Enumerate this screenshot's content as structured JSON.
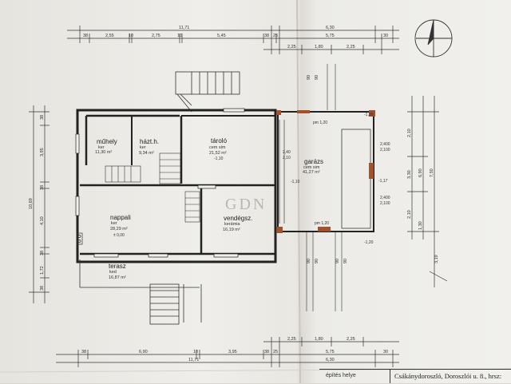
{
  "top_dims_row1": {
    "total": "11,71",
    "right": "6,30"
  },
  "top_dims_row2": [
    "38",
    "2,55",
    "10",
    "2,75",
    "10",
    "5,45",
    "38",
    "25",
    "5,75",
    "30"
  ],
  "top_dims_row3": [
    "2,25",
    "1,80",
    "2,25"
  ],
  "bottom_dims_row1": [
    "2,25",
    "1,80",
    "2,25"
  ],
  "bottom_dims_row2": [
    "38",
    "6,90",
    "10",
    "3,95",
    "38",
    "25",
    "5,75",
    "30"
  ],
  "bottom_dims_row3": {
    "total": "11,71",
    "right": "6,30"
  },
  "left_dims_outer": [
    "38",
    "3,95",
    "38",
    "4,10",
    "38",
    "1,72",
    "38"
  ],
  "left_dims_total": "10,69",
  "right_dims": [
    "2,10",
    "3,30",
    "2,10",
    "6,90",
    "7,50",
    "3,19",
    "1,30"
  ],
  "garage_dims": [
    "2,400",
    "2,100",
    "2,400",
    "2,100"
  ],
  "mid_dims": [
    "2,40",
    "2,10",
    "90",
    "90",
    "90",
    "90",
    "90",
    "90"
  ],
  "rooms": {
    "muhely": {
      "name": "műhely",
      "floor": "ker",
      "area": "11,30 m²"
    },
    "haztart": {
      "name": "házt.h.",
      "floor": "ker",
      "area": "9,34 m²"
    },
    "tarolo": {
      "name": "tároló",
      "floor": "cem sim",
      "area": "21,52 m²",
      "level": "-1,10"
    },
    "garazs": {
      "name": "garázs",
      "floor": "cem sim",
      "area": "41,27 m²",
      "level": "-1,10"
    },
    "nappali": {
      "name": "nappali",
      "floor": "ker",
      "area": "28,29 m²",
      "level": "± 0,00"
    },
    "vendeg": {
      "name": "vendégsz.",
      "floor": "kerámia",
      "area": "16,19 m²"
    },
    "terasz": {
      "name": "terasz",
      "floor": "ked",
      "area": "16,87 m²"
    }
  },
  "pm_labels": [
    "pm 1,20",
    "pm 1,20"
  ],
  "levels": [
    "-1,17",
    "-1,20",
    "-1,20"
  ],
  "watermark": "GDN",
  "title_block": {
    "label": "építés helye",
    "value": "Csákánydoroszló, Doroszlói u. 8., hrsz:"
  }
}
